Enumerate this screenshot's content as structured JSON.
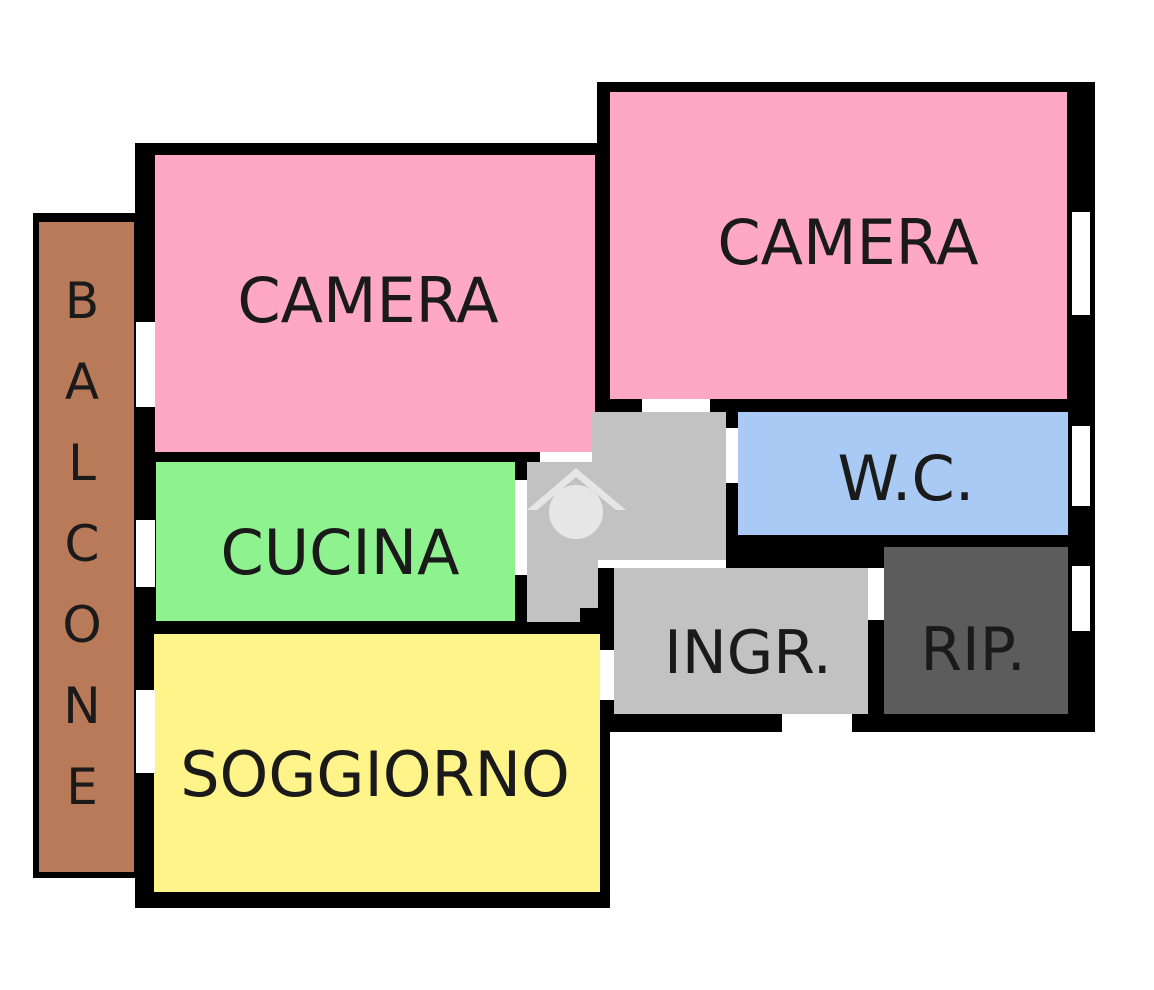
{
  "rooms": {
    "camera_left": {
      "label": "CAMERA",
      "color": "#FFA8C5"
    },
    "camera_right": {
      "label": "CAMERA",
      "color": "#FFA8C5"
    },
    "cucina": {
      "label": "CUCINA",
      "color": "#8EF28F"
    },
    "soggiorno": {
      "label": "SOGGIORNO",
      "color": "#FFF48A"
    },
    "wc": {
      "label": "W.C.",
      "color": "#A8CAF5"
    },
    "ingresso": {
      "label": "INGR.",
      "color": "#C2C2C2"
    },
    "ripostiglio": {
      "label": "RIP.",
      "color": "#5C5C5C"
    },
    "disimpegno": {
      "color": "#C2C2C2"
    },
    "balcone": {
      "letters": [
        "B",
        "A",
        "L",
        "C",
        "O",
        "N",
        "E"
      ],
      "color": "#B87A58"
    }
  },
  "wall_color": "#000000",
  "watermark_icon": "house-watermark-icon"
}
